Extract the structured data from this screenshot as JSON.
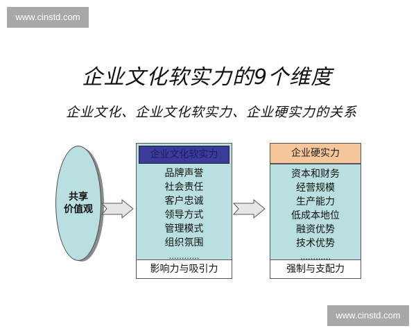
{
  "watermarks": {
    "top": "www.cinstd.com",
    "bottom": "www.cinstd.com"
  },
  "title": "企业文化软实力的9个维度",
  "subtitle": "企业文化、企业文化软实力、企业硬实力的关系",
  "ellipse": {
    "lines": [
      "共享",
      "价值观"
    ],
    "fill": "#b9dfe0"
  },
  "soft_power": {
    "header": "企业文化软实力",
    "header_color": "#3b3b9c",
    "items": [
      "品牌声誉",
      "社会责任",
      "客户忠诚",
      "领导方式",
      "管理模式",
      "组织氛围",
      "…………"
    ],
    "footer": "影响力与吸引力"
  },
  "hard_power": {
    "header": "企业硬实力",
    "header_color": "#f6c69a",
    "items": [
      "资本和财务",
      "经营规模",
      "生产能力",
      "低成本地位",
      "融资优势",
      "技术优势",
      "…………"
    ],
    "footer": "强制与支配力"
  }
}
